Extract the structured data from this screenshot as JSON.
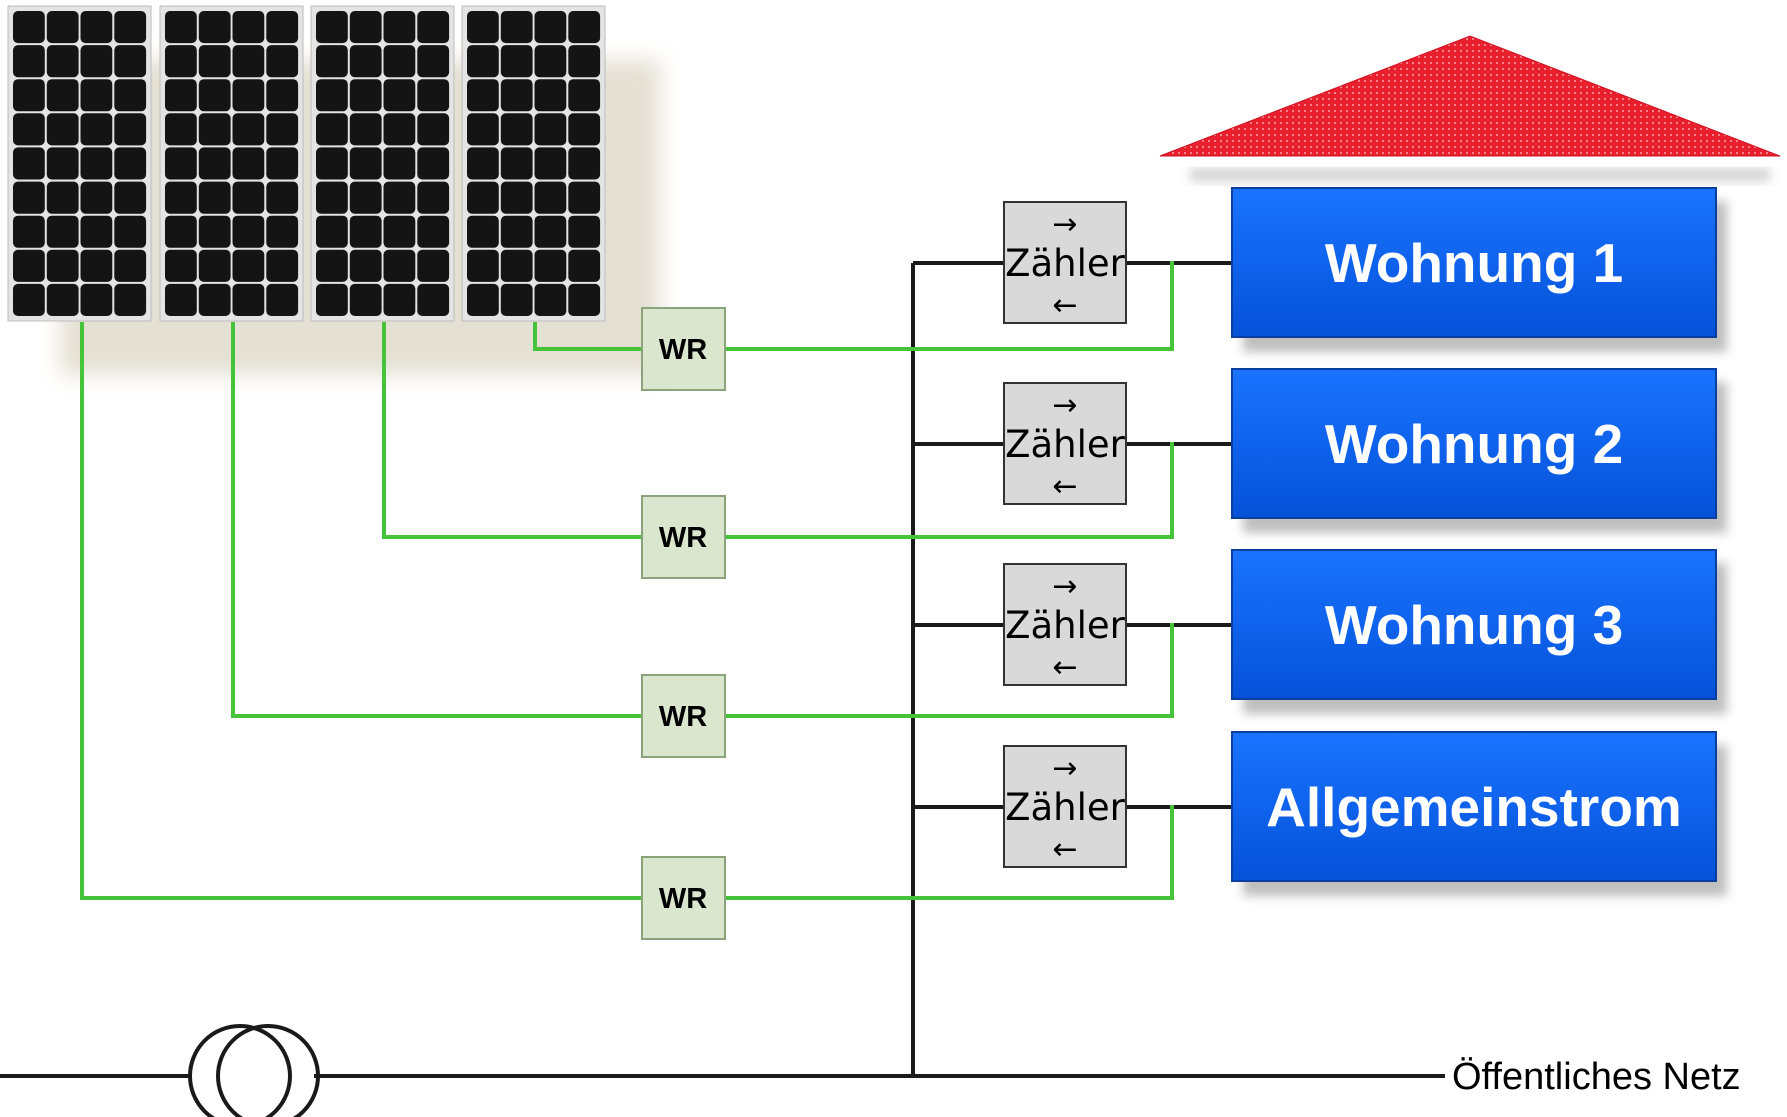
{
  "colors": {
    "dc_line": "#45c43a",
    "ac_line": "#1a1a1a",
    "inverter_fill": "#dbe6cf",
    "inverter_border": "#8aa37a",
    "meter_fill": "#d9d9d9",
    "apartment_fill": "#0a64f0",
    "roof_fill": "#e8202e",
    "panel_cell": "#141414"
  },
  "panels": [
    {
      "name": "solar-panel-1"
    },
    {
      "name": "solar-panel-2"
    },
    {
      "name": "solar-panel-3"
    },
    {
      "name": "solar-panel-4"
    }
  ],
  "inverters": [
    {
      "label": "WR"
    },
    {
      "label": "WR"
    },
    {
      "label": "WR"
    },
    {
      "label": "WR"
    }
  ],
  "meters": [
    {
      "label": "Zähler",
      "arrow_out": "→",
      "arrow_in": "←"
    },
    {
      "label": "Zähler",
      "arrow_out": "→",
      "arrow_in": "←"
    },
    {
      "label": "Zähler",
      "arrow_out": "→",
      "arrow_in": "←"
    },
    {
      "label": "Zähler",
      "arrow_out": "→",
      "arrow_in": "←"
    }
  ],
  "apartments": [
    {
      "label": "Wohnung 1"
    },
    {
      "label": "Wohnung 2"
    },
    {
      "label": "Wohnung 3"
    },
    {
      "label": "Allgemeinstrom"
    }
  ],
  "grid": {
    "label": "Öffentliches Netz",
    "transformer_icon": "transformer-icon"
  },
  "roof": {
    "icon": "roof-icon"
  }
}
